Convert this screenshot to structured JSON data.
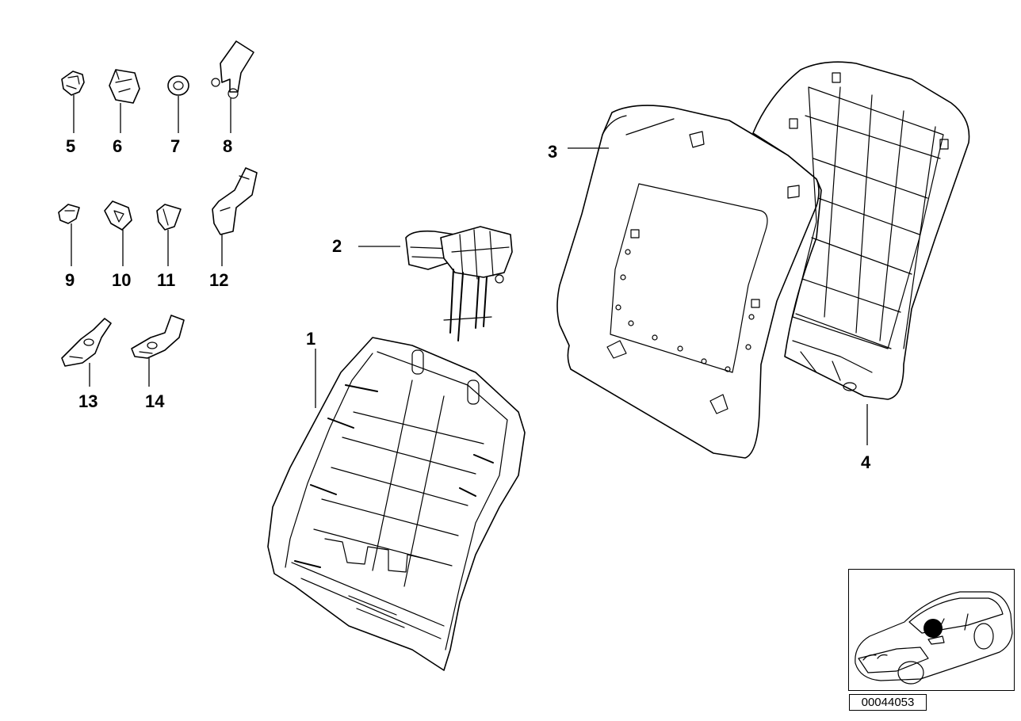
{
  "callouts": {
    "c1": "1",
    "c2": "2",
    "c3": "3",
    "c4": "4",
    "c5": "5",
    "c6": "6",
    "c7": "7",
    "c8": "8",
    "c9": "9",
    "c10": "10",
    "c11": "11",
    "c12": "12",
    "c13": "13",
    "c14": "14"
  },
  "document_id": "00044053",
  "locator_marker_color": "#000000"
}
